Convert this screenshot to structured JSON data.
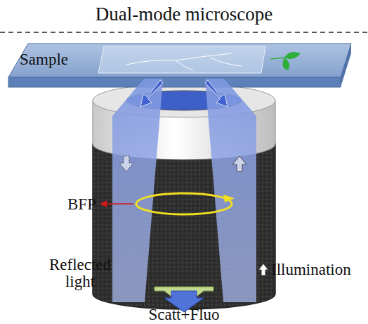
{
  "diagram": {
    "title": "Dual-mode microscope",
    "labels": [
      "Sample",
      "BFP",
      "Reflected light",
      "Illumination",
      "Scatt+Fluo"
    ]
  }
}
